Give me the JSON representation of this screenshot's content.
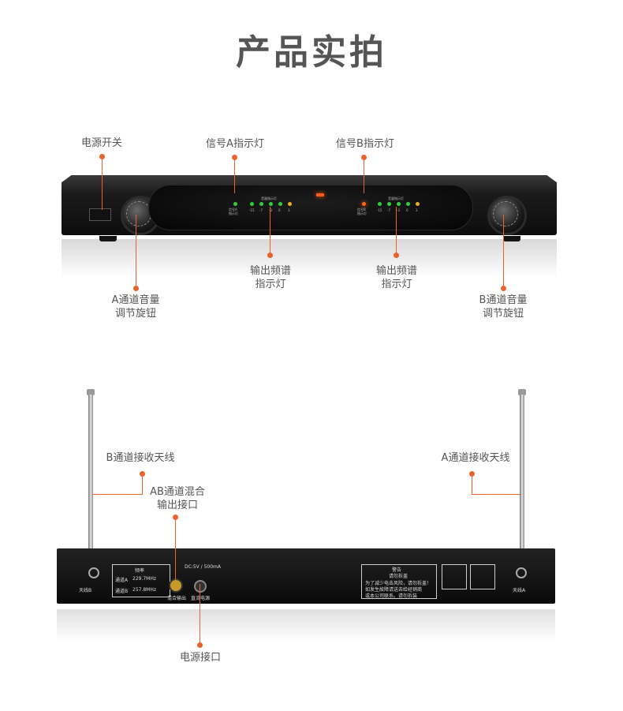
{
  "title": "产品实拍",
  "front": {
    "labels": {
      "power_switch": "电源开关",
      "signal_a": "信号A指示灯",
      "signal_b": "信号B指示灯",
      "output_a_line1": "输出频谱",
      "output_a_line2": "指示灯",
      "output_b_line1": "输出频谱",
      "output_b_line2": "指示灯",
      "vol_a_line1": "A通道音量",
      "vol_a_line2": "调节旋钮",
      "vol_b_line1": "B通道音量",
      "vol_b_line2": "调节旋钮"
    },
    "panel_text": {
      "meter_a_title": "音量指示灯",
      "meter_b_title": "音量指示灯",
      "sig_a_line1": "信号A",
      "sig_a_line2": "指示灯",
      "sig_b_line1": "信号B",
      "sig_b_line2": "指示灯",
      "scale": [
        "-15",
        "-7",
        "-3",
        "0",
        "3"
      ]
    }
  },
  "rear": {
    "labels": {
      "antenna_b": "B通道接收天线",
      "antenna_a": "A通道接收天线",
      "mix_line1": "AB通道混合",
      "mix_line2": "输出接口",
      "power_port": "电源接口"
    },
    "device_text": {
      "ant_b": "天线B",
      "ant_a": "天线A",
      "freq_title": "频率",
      "ch_a": "通道A",
      "freq_a": "229.7MHz",
      "ch_b": "通道B",
      "freq_b": "257.8MHz",
      "mix_out": "混合输出",
      "dc_spec": "DC:5V / 500mA",
      "dc_in": "直流电源",
      "warning_title": "警告",
      "warning_line1": "请勿拆盖",
      "warning_line2": "为了减少电击风险，请勿拆盖！",
      "warning_line3": "如发生故障请送去给经销商",
      "warning_line4": "或本公司联系。请勿拆装"
    }
  },
  "colors": {
    "accent": "#e8642c",
    "text": "#555555"
  }
}
